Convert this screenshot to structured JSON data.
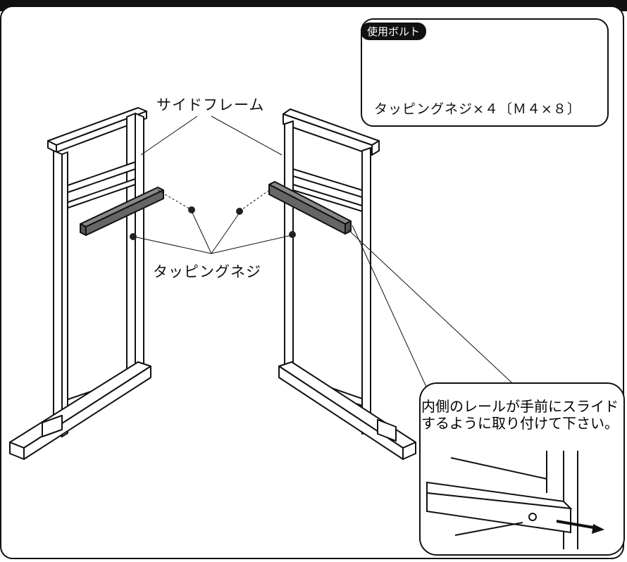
{
  "labels": {
    "side_frame": "サイドフレーム",
    "tapping_screw": "タッピングネジ"
  },
  "bolt_box": {
    "title": "使用ボルト",
    "caption": "タッピングネジ×４〔Ｍ４×８〕"
  },
  "callout": {
    "text": "内側のレールが手前にスライドするように取り付けて下さい。"
  },
  "icons": [
    "screw-side-icon",
    "screw-head-icon",
    "arrow-icon"
  ]
}
